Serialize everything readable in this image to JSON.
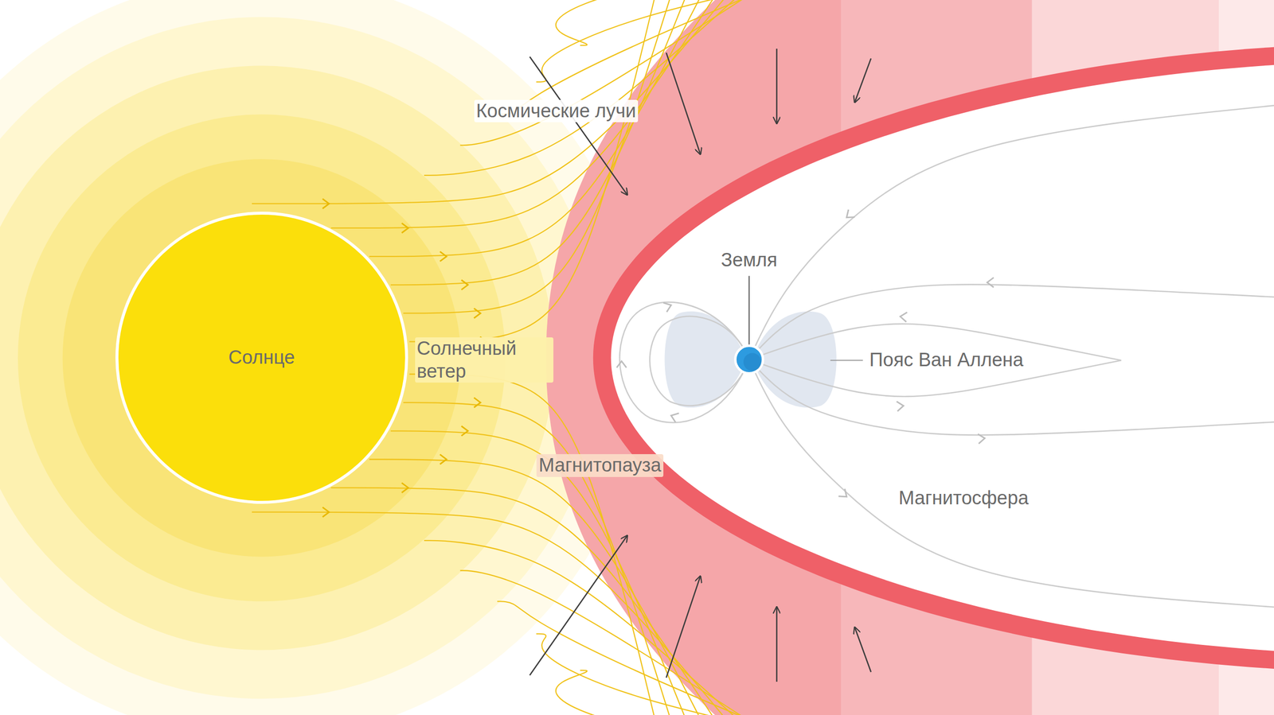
{
  "diagram": {
    "nodes": [
      {
        "text": [
          "Солнце"
        ]
      },
      {
        "text": [
          "Земля"
        ]
      }
    ],
    "labels": [
      "Космические лучи",
      "Солнечный ветер",
      "Магнитопауза",
      "Пояс Ван Аллена",
      "Магнитосфера"
    ]
  }
}
